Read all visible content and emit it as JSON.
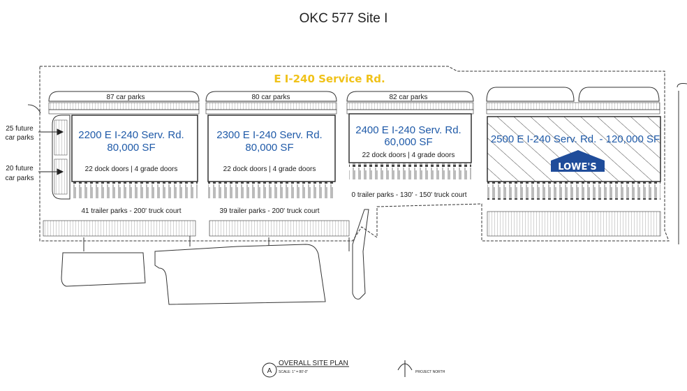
{
  "title": "OKC 577 Site I",
  "road": "E I-240 Service Rd.",
  "buildings": [
    {
      "name": "2200 E I-240 Serv. Rd.",
      "size": "80,000 SF",
      "doors": "22 dock doors | 4 grade doors",
      "car_parks": "87 car parks",
      "trailer": "41 trailer parks - 200' truck court"
    },
    {
      "name": "2300 E I-240 Serv. Rd.",
      "size": "80,000 SF",
      "doors": "22 dock doors | 4 grade doors",
      "car_parks": "80 car parks",
      "trailer": "39 trailer parks - 200' truck court"
    },
    {
      "name": "2400 E I-240 Serv. Rd.",
      "size": "60,000 SF",
      "doors": "22 dock doors | 4 grade doors",
      "car_parks": "82 car parks",
      "trailer": "0 trailer parks - 130' - 150' truck court"
    },
    {
      "name": "2500 E I-240 Serv. Rd. - 120,000 SF",
      "tenant_logo": "LOWE'S"
    }
  ],
  "future_parking": [
    {
      "line1": "25 future",
      "line2": "car parks"
    },
    {
      "line1": "20 future",
      "line2": "car parks"
    }
  ],
  "title_block": {
    "marker": "A",
    "heading": "OVERALL SITE PLAN",
    "scale": "SCALE: 1\" = 80'-0\"",
    "north": "PROJECT NORTH"
  },
  "colors": {
    "road_label": "#f0c219",
    "building_label": "#1f5aa8",
    "lines": "#333333"
  }
}
